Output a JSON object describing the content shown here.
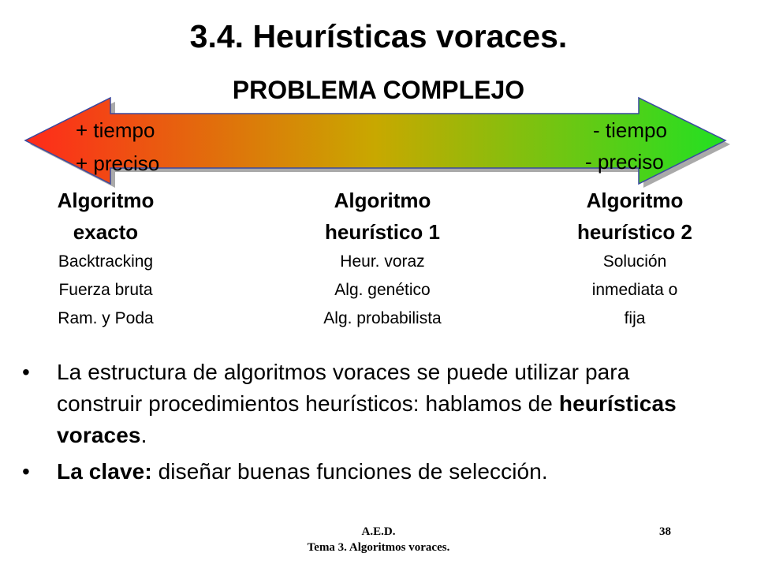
{
  "slide": {
    "title": "3.4. Heurísticas voraces.",
    "problem_title": "PROBLEMA COMPLEJO"
  },
  "arrow": {
    "left_line1": "+ tiempo",
    "left_line2": "+ preciso",
    "right_line1": "- tiempo",
    "right_line2": "- preciso",
    "colors": {
      "left": "#ff2a1a",
      "middle": "#c8a800",
      "right": "#22e022"
    }
  },
  "columns": [
    {
      "heading": [
        "Algoritmo",
        "exacto"
      ],
      "items": [
        "Backtracking",
        "Fuerza bruta",
        "Ram. y Poda"
      ]
    },
    {
      "heading": [
        "Algoritmo",
        "heurístico 1"
      ],
      "items": [
        "Heur. voraz",
        "Alg. genético",
        "Alg. probabilista"
      ]
    },
    {
      "heading": [
        "Algoritmo",
        "heurístico 2"
      ],
      "items": [
        "Solución",
        "inmediata o",
        "fija"
      ]
    }
  ],
  "bullets": {
    "b1_text": "La estructura de algoritmos voraces se puede utilizar para construir procedimientos heurísticos: hablamos de ",
    "b1_bold": "heurísticas voraces",
    "b1_end": ".",
    "b2_bold": "La clave:",
    "b2_text": " diseñar buenas funciones de selección."
  },
  "footer": {
    "line1": "A.E.D.",
    "line2": "Tema 3. Algoritmos voraces.",
    "page": "38"
  }
}
